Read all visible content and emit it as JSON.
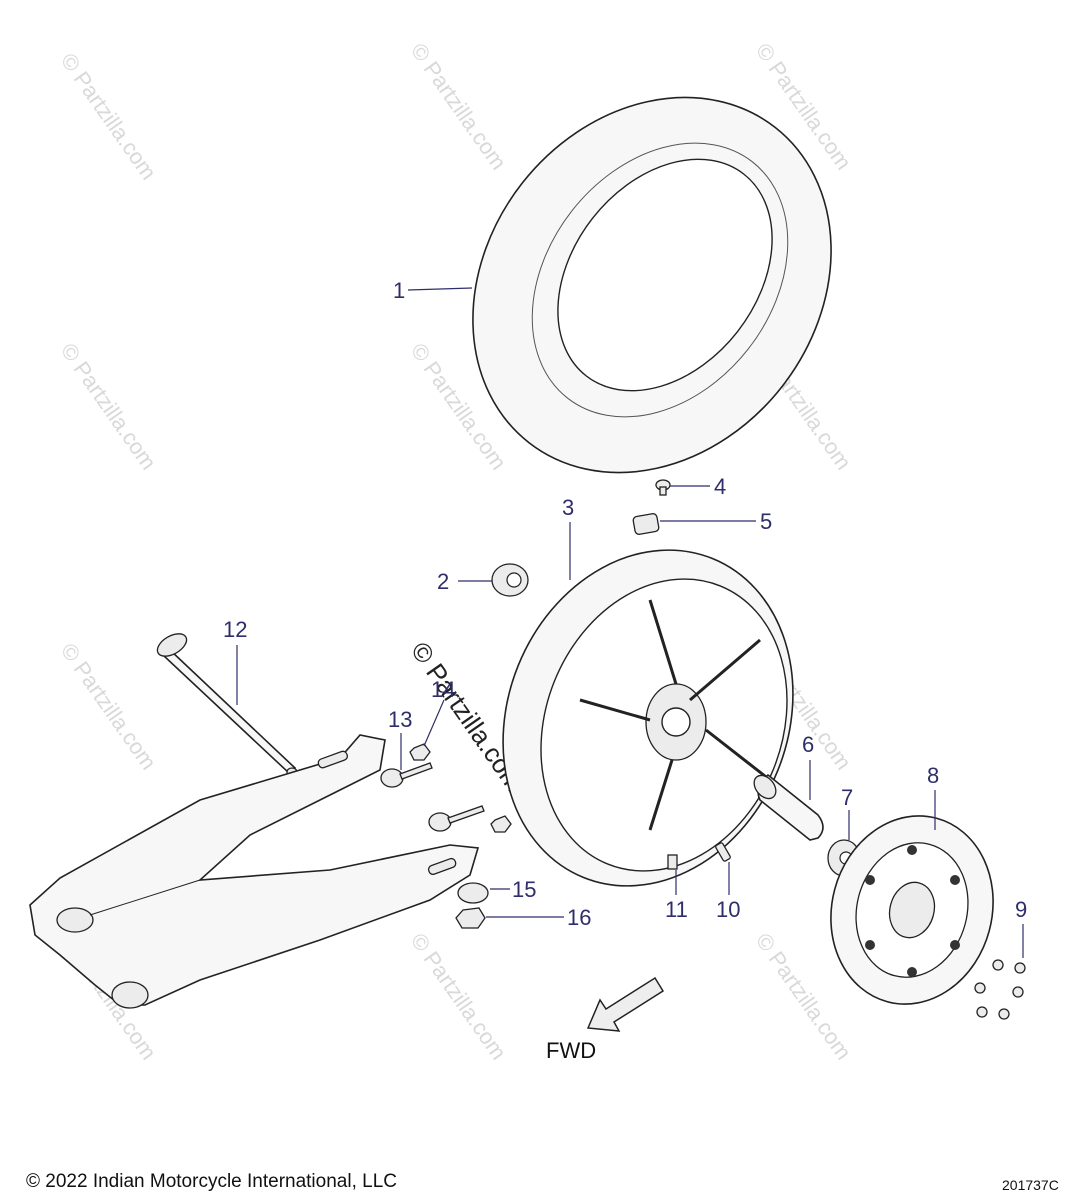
{
  "watermark": "© Partzilla.com",
  "callouts": [
    {
      "id": "1",
      "label": "1"
    },
    {
      "id": "2",
      "label": "2"
    },
    {
      "id": "3",
      "label": "3"
    },
    {
      "id": "4",
      "label": "4"
    },
    {
      "id": "5",
      "label": "5"
    },
    {
      "id": "6",
      "label": "6"
    },
    {
      "id": "7",
      "label": "7"
    },
    {
      "id": "8",
      "label": "8"
    },
    {
      "id": "9",
      "label": "9"
    },
    {
      "id": "10",
      "label": "10"
    },
    {
      "id": "11",
      "label": "11"
    },
    {
      "id": "12",
      "label": "12"
    },
    {
      "id": "13",
      "label": "13"
    },
    {
      "id": "14",
      "label": "14"
    },
    {
      "id": "15",
      "label": "15"
    },
    {
      "id": "16",
      "label": "16"
    }
  ],
  "direction_label": "FWD",
  "footer": {
    "copyright": "© 2022 Indian Motorcycle International, LLC",
    "diagram_code": "201737C"
  }
}
